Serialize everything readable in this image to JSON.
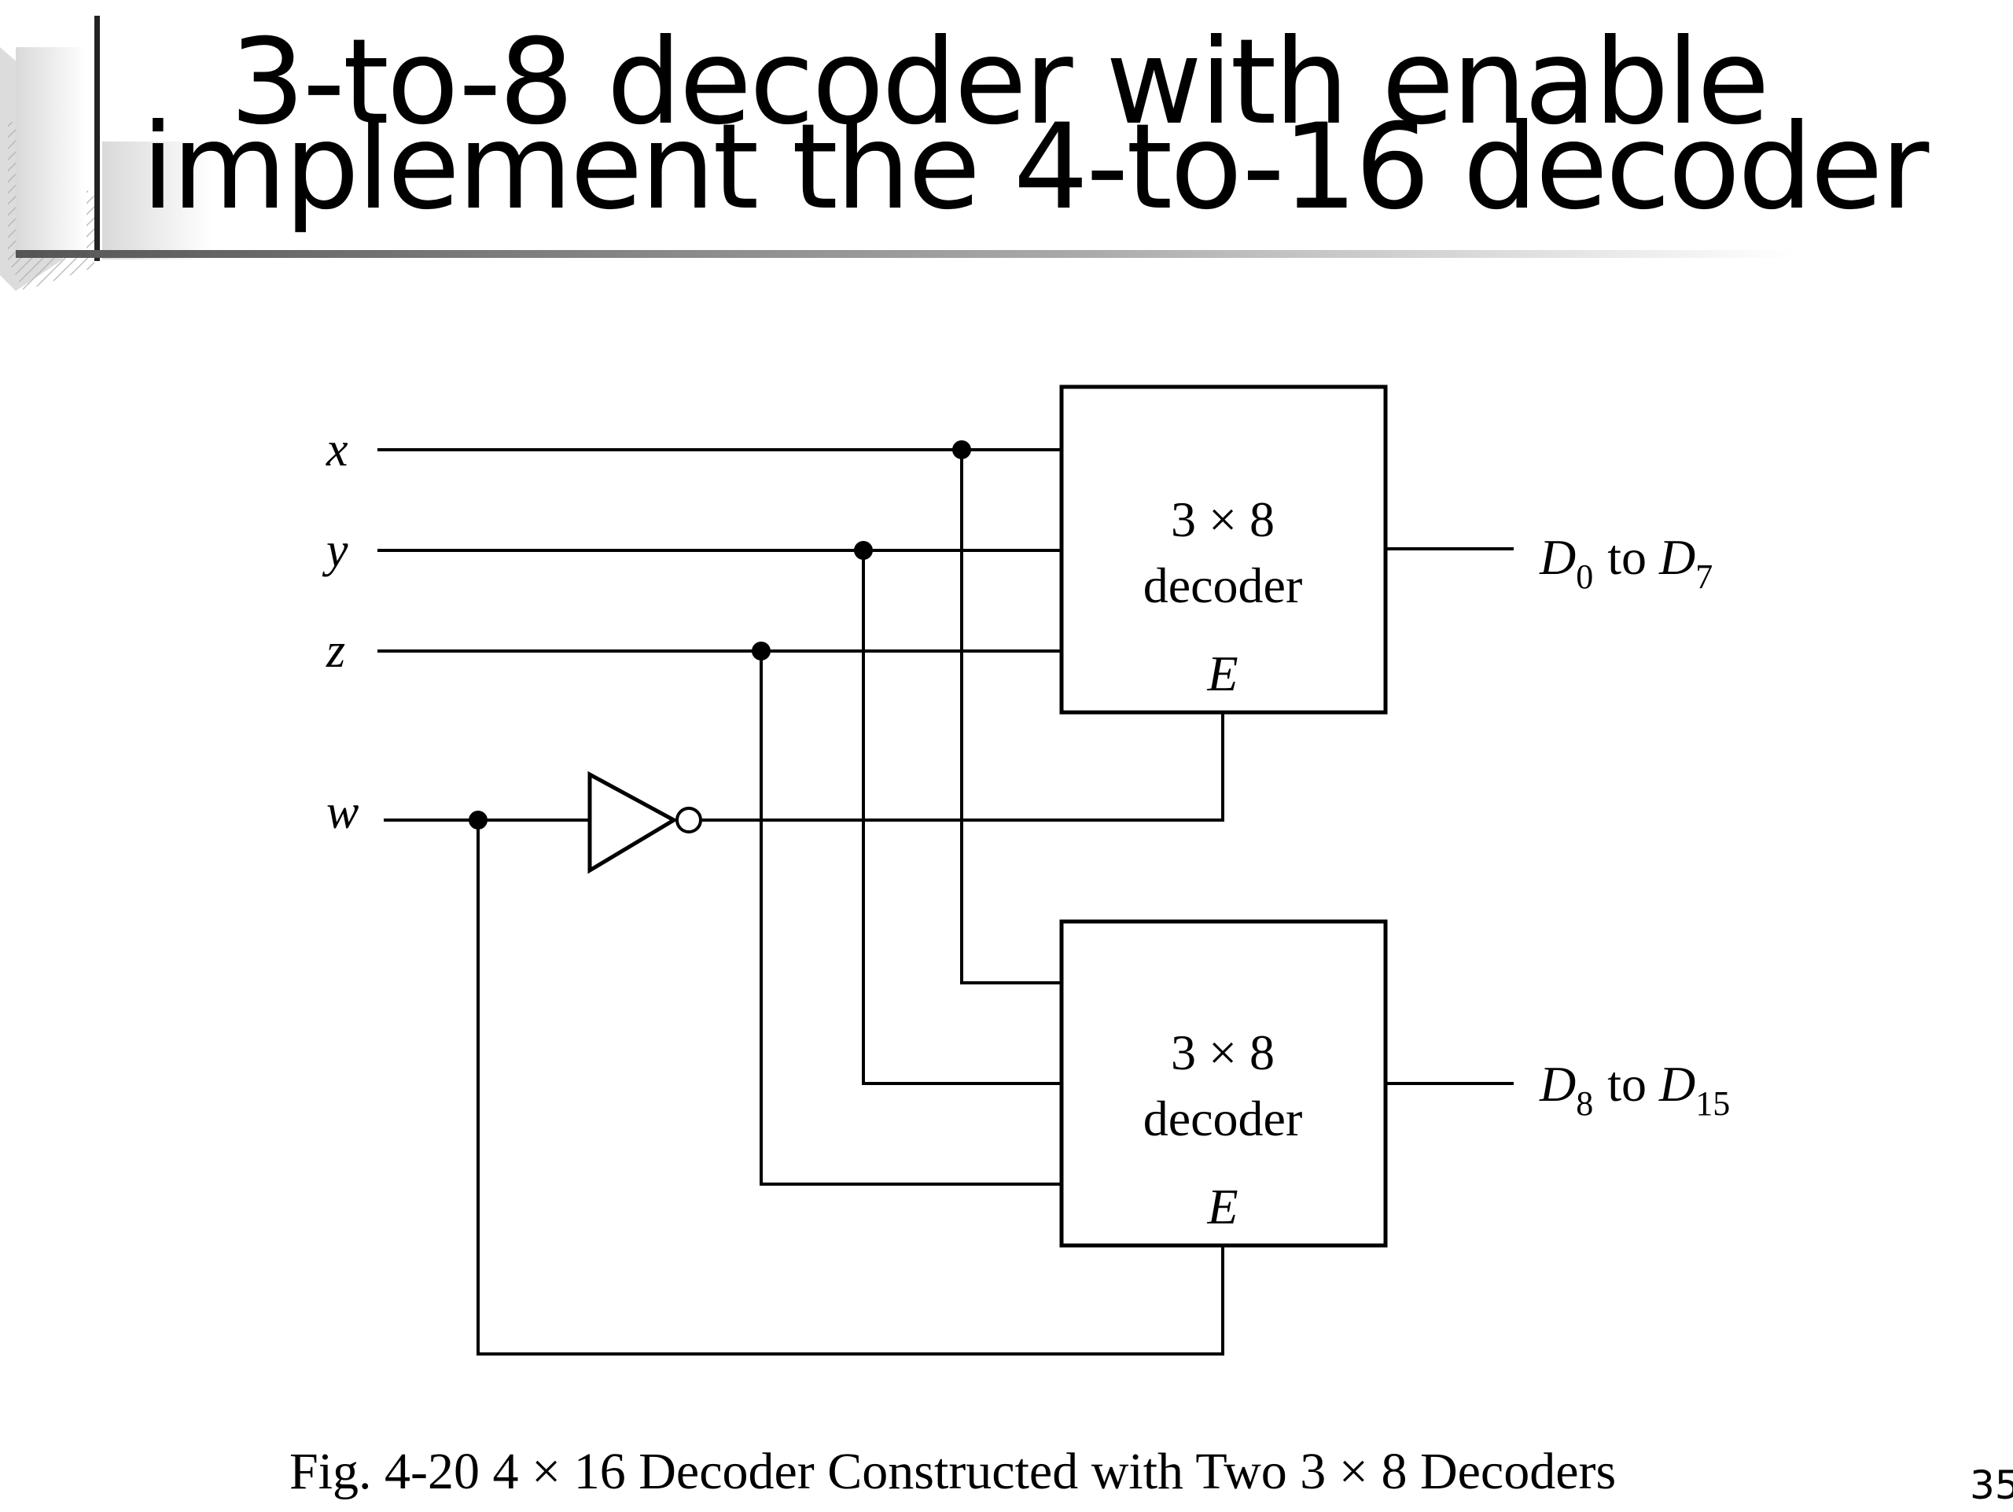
{
  "slide": {
    "title_line1": "3-to-8 decoder with enable",
    "title_line2": "implement the 4-to-16 decoder",
    "page_number": "35"
  },
  "diagram": {
    "inputs": [
      "x",
      "y",
      "z",
      "w"
    ],
    "decoders": [
      {
        "label_line1": "3 × 8",
        "label_line2": "decoder",
        "enable": "E",
        "output": {
          "var": "D",
          "from": "0",
          "to_word": "to",
          "to": "7"
        }
      },
      {
        "label_line1": "3 × 8",
        "label_line2": "decoder",
        "enable": "E",
        "output": {
          "var": "D",
          "from": "8",
          "to_word": "to",
          "to": "15"
        }
      }
    ],
    "caption": "Fig. 4-20  4 × 16 Decoder Constructed with Two 3 × 8 Decoders"
  }
}
